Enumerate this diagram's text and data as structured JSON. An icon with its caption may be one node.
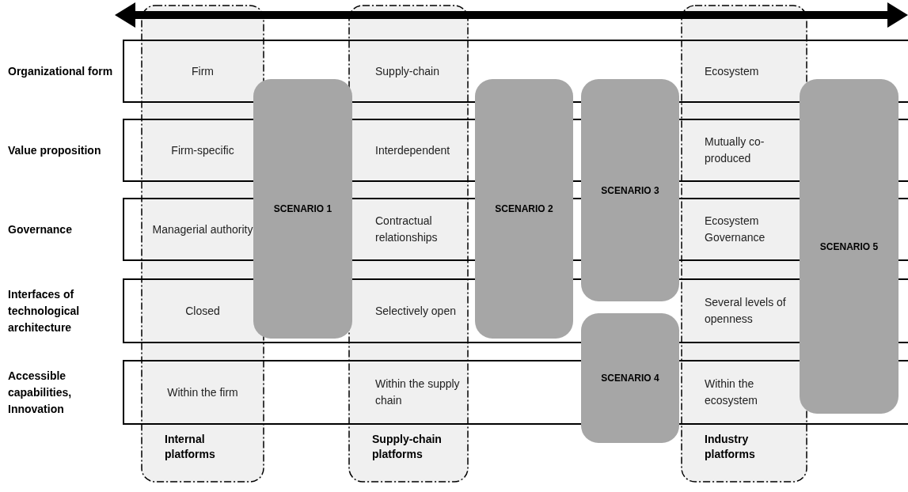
{
  "diagram": {
    "nodes": [
      {
        "text": [
          "Organizational form"
        ]
      },
      {
        "text": [
          "Value proposition"
        ]
      },
      {
        "text": [
          "Governance"
        ]
      },
      {
        "text": [
          "Interfaces of technological architecture"
        ]
      },
      {
        "text": [
          "Accessible capabilities, Innovation"
        ]
      },
      {
        "text": [
          "Internal platforms"
        ]
      },
      {
        "text": [
          "Supply-chain platforms"
        ]
      },
      {
        "text": [
          "Industry platforms"
        ]
      },
      {
        "text": [
          "SCENARIO 1"
        ]
      },
      {
        "text": [
          "SCENARIO 2"
        ]
      },
      {
        "text": [
          "SCENARIO 3"
        ]
      },
      {
        "text": [
          "SCENARIO 4"
        ]
      },
      {
        "text": [
          "SCENARIO 5"
        ]
      }
    ],
    "labels": [
      "Firm",
      "Supply-chain",
      "Ecosystem",
      "Firm-specific",
      "Interdependent",
      "Mutually co-produced",
      "Managerial authority",
      "Contractual relationships",
      "Ecosystem Governance",
      "Closed",
      "Selectively open",
      "Several levels of openness",
      "Within the firm",
      "Within the supply chain",
      "Within the ecosystem"
    ]
  }
}
